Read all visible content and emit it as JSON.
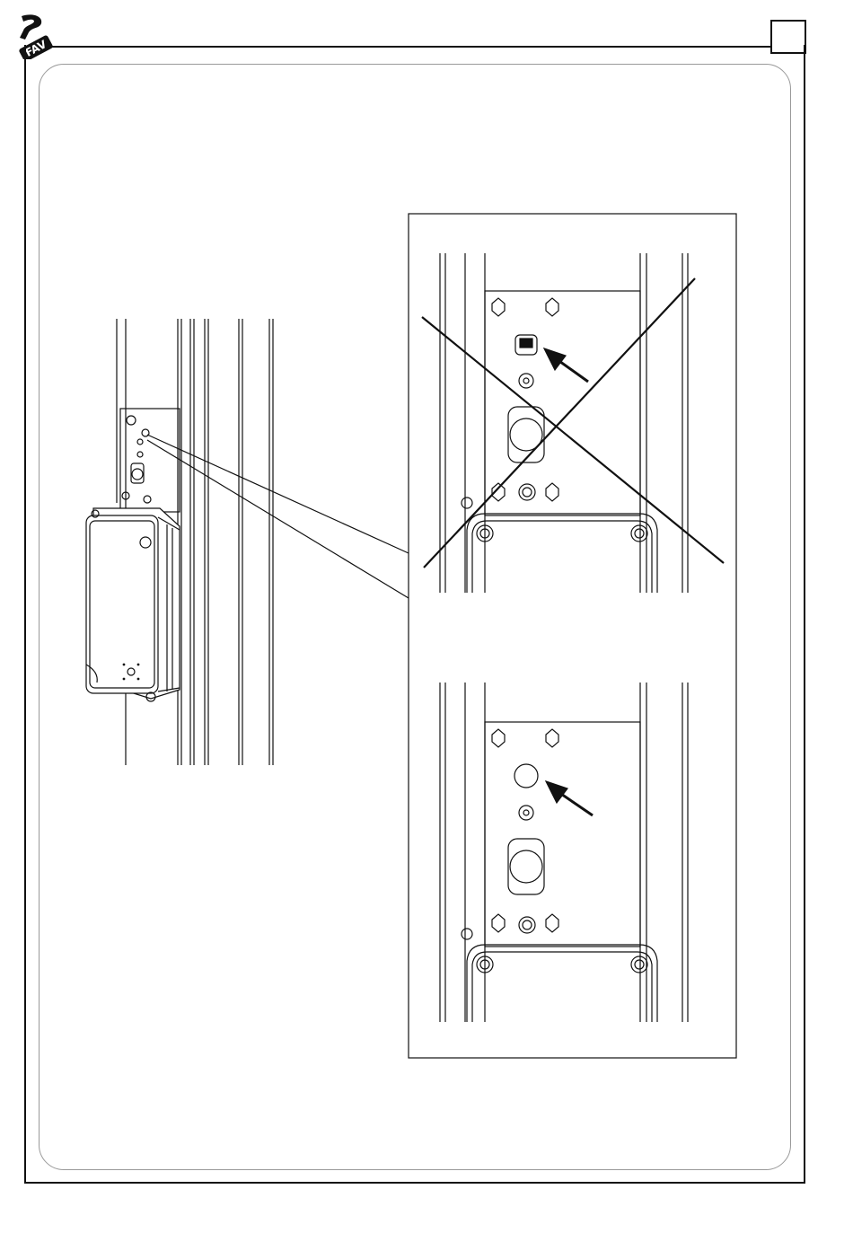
{
  "header": {
    "brand_logo": "fav-logo-icon",
    "brand_text": "FAV",
    "page_number": ""
  },
  "figures": {
    "overview": "motor-housing-on-post",
    "detail_wrong": "crossed-out-detail",
    "detail_correct": "correct-detail"
  },
  "colors": {
    "line": "#111111",
    "frame": "#999999"
  }
}
